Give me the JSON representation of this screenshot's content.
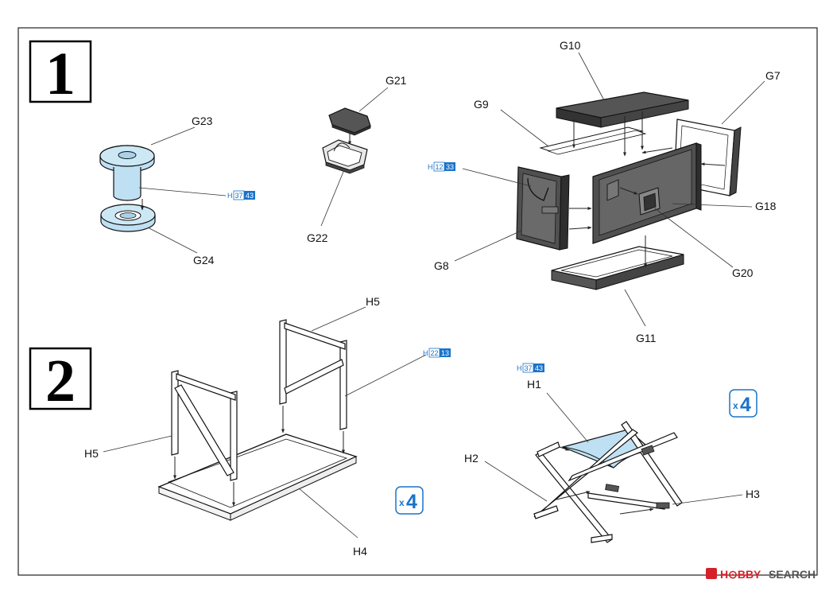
{
  "colors": {
    "accent_blue": "#1a73c9",
    "part_blue": "#bfe0f2",
    "part_dark": "#555555",
    "line": "#111111",
    "watermark_red": "#d6202a"
  },
  "steps": [
    {
      "number": "1"
    },
    {
      "number": "2"
    }
  ],
  "labels": {
    "g23": "G23",
    "g24": "G24",
    "g21": "G21",
    "g22": "G22",
    "g10": "G10",
    "g7": "G7",
    "g9": "G9",
    "g18": "G18",
    "g8": "G8",
    "g20": "G20",
    "g11": "G11",
    "h5a": "H5",
    "h5b": "H5",
    "h4": "H4",
    "h1": "H1",
    "h2": "H2",
    "h3": "H3"
  },
  "color_codes": [
    {
      "id": "spool",
      "letter": "H",
      "a": "37",
      "b": "43"
    },
    {
      "id": "box",
      "letter": "H",
      "a": "12",
      "b": "33"
    },
    {
      "id": "table",
      "letter": "H",
      "a": "22",
      "b": "13"
    },
    {
      "id": "stool",
      "letter": "H",
      "a": "37",
      "b": "43"
    }
  ],
  "multipliers": [
    {
      "id": "table",
      "x": "x",
      "n": "4"
    },
    {
      "id": "stool",
      "x": "x",
      "n": "4"
    }
  ],
  "watermark": {
    "brand": "H⊙BBY",
    "suffix": "SEARCH"
  }
}
